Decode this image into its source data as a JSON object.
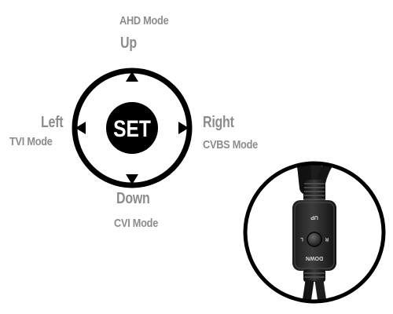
{
  "colors": {
    "label": "#8c8c8c",
    "ring": "#000000",
    "set_button_fill": "#000000",
    "set_button_text": "#ffffff",
    "background": "#ffffff"
  },
  "dpad": {
    "center_label": "SET",
    "up": {
      "direction": "Up",
      "mode": "AHD Mode",
      "icon": "triangle-up-icon"
    },
    "down": {
      "direction": "Down",
      "mode": "CVI Mode",
      "icon": "triangle-down-icon"
    },
    "left": {
      "direction": "Left",
      "mode": "TVI Mode",
      "icon": "triangle-left-icon"
    },
    "right": {
      "direction": "Right",
      "mode": "CVBS Mode",
      "icon": "triangle-right-icon"
    }
  },
  "control_photo": {
    "markings": {
      "up": "UP",
      "down": "DOWN",
      "left": "L",
      "right": "R"
    }
  }
}
